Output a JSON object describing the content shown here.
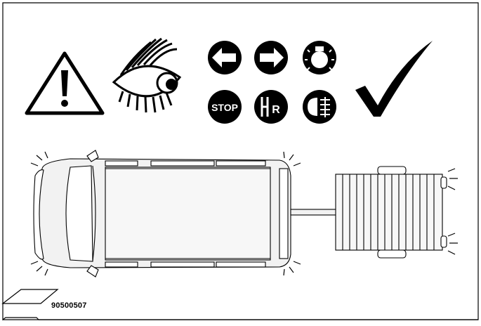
{
  "figure": {
    "code": "90500507",
    "icons": {
      "stop_label": "STOP",
      "reverse_label": "R"
    }
  }
}
